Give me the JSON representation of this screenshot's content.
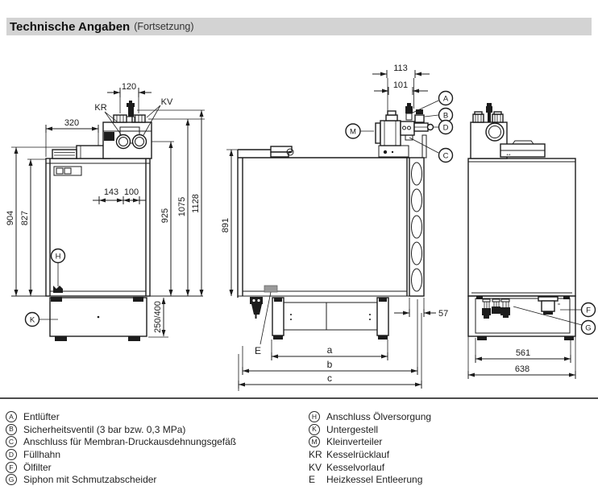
{
  "header": {
    "title": "Technische Angaben",
    "subtitle": "(Fortsetzung)"
  },
  "front_view": {
    "dims": {
      "connector_spacing": "120",
      "top_width": "320",
      "port_offset": "143",
      "port_spacing": "100",
      "h_904": "904",
      "h_827": "827",
      "h_925": "925",
      "h_1075": "1075",
      "h_1128": "1128",
      "base_height": "250/400"
    },
    "callouts": {
      "kr": "KR",
      "kv": "KV",
      "h": "H",
      "k": "K"
    }
  },
  "side_view": {
    "dims": {
      "w_113": "113",
      "w_101": "101",
      "h_891": "891",
      "rail_57": "57",
      "a": "a",
      "b": "b",
      "c": "c"
    },
    "callouts": {
      "a": "A",
      "b": "B",
      "c": "C",
      "d": "D",
      "m": "M",
      "e": "E"
    }
  },
  "rear_view": {
    "dims": {
      "w_561": "561",
      "w_638": "638"
    },
    "callouts": {
      "f": "F",
      "g": "G"
    }
  },
  "legend": {
    "left": [
      {
        "key": "A",
        "circled": true,
        "label": "Entlüfter"
      },
      {
        "key": "B",
        "circled": true,
        "label": "Sicherheitsventil (3 bar bzw. 0,3 MPa)"
      },
      {
        "key": "C",
        "circled": true,
        "label": "Anschluss für Membran-Druckausdehnungsgefäß"
      },
      {
        "key": "D",
        "circled": true,
        "label": "Füllhahn"
      },
      {
        "key": "F",
        "circled": true,
        "label": "Ölfilter"
      },
      {
        "key": "G",
        "circled": true,
        "label": "Siphon mit Schmutzabscheider"
      }
    ],
    "right": [
      {
        "key": "H",
        "circled": true,
        "label": "Anschluss Ölversorgung"
      },
      {
        "key": "K",
        "circled": true,
        "label": "Untergestell"
      },
      {
        "key": "M",
        "circled": true,
        "label": "Kleinverteiler"
      },
      {
        "key": "KR",
        "circled": false,
        "label": "Kesselrücklauf"
      },
      {
        "key": "KV",
        "circled": false,
        "label": "Kesselvorlauf"
      },
      {
        "key": "E",
        "circled": false,
        "label": "Heizkessel Entleerung"
      }
    ]
  }
}
